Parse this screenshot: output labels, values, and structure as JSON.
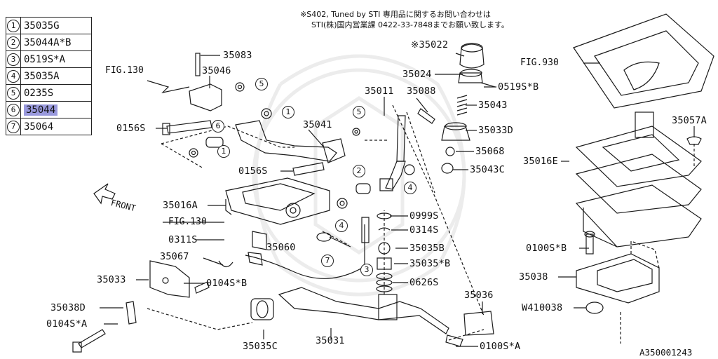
{
  "legend": [
    {
      "num": "1",
      "part": "35035G"
    },
    {
      "num": "2",
      "part": "35044A*B"
    },
    {
      "num": "3",
      "part": "0519S*A"
    },
    {
      "num": "4",
      "part": "35035A"
    },
    {
      "num": "5",
      "part": "0235S"
    },
    {
      "num": "6",
      "part": "35044",
      "selected": true
    },
    {
      "num": "7",
      "part": "35064"
    }
  ],
  "notes": {
    "line1": "※S402, Tuned by STI 専用品に関するお問い合わせは",
    "line2": "STI(株)国内営業課 0422-33-7848までお願い致します。"
  },
  "fig_refs": {
    "fig130_top": "FIG.130",
    "fig130_mid": "FIG.130",
    "fig930": "FIG.930",
    "front": "FRONT"
  },
  "callouts": {
    "p35083": "35083",
    "p35046": "35046",
    "p0156s_a": "0156S",
    "p0156s_b": "0156S",
    "p35041": "35041",
    "p35011": "35011",
    "p35088": "35088",
    "p35022": "※35022",
    "p35024": "35024",
    "p0519sb": "0519S*B",
    "p35043": "35043",
    "p35033d": "35033D",
    "p35068": "35068",
    "p35043c": "35043C",
    "p35016a": "35016A",
    "p0311s": "0311S",
    "p0999s": "0999S",
    "p0314s": "0314S",
    "p35060": "35060",
    "p35067": "35067",
    "p35035b": "35035B",
    "p35035xb": "35035*B",
    "p35033": "35033",
    "p0104sb": "0104S*B",
    "p0626s": "0626S",
    "p35038d": "35038D",
    "p0104sa": "0104S*A",
    "p35036": "35036",
    "p35035c": "35035C",
    "p35031": "35031",
    "p0100sa": "0100S*A",
    "p35057a": "35057A",
    "p35016e": "35016E",
    "p0100sb": "0100S*B",
    "p35038": "35038",
    "pw410038": "W410038"
  },
  "bubbles": {
    "b5a": "5",
    "b1a": "1",
    "b6": "6",
    "b1b": "1",
    "b5b": "5",
    "b2": "2",
    "b4a": "4",
    "b4b": "4",
    "b7": "7",
    "b3": "3"
  },
  "figure_id": "A350001243"
}
